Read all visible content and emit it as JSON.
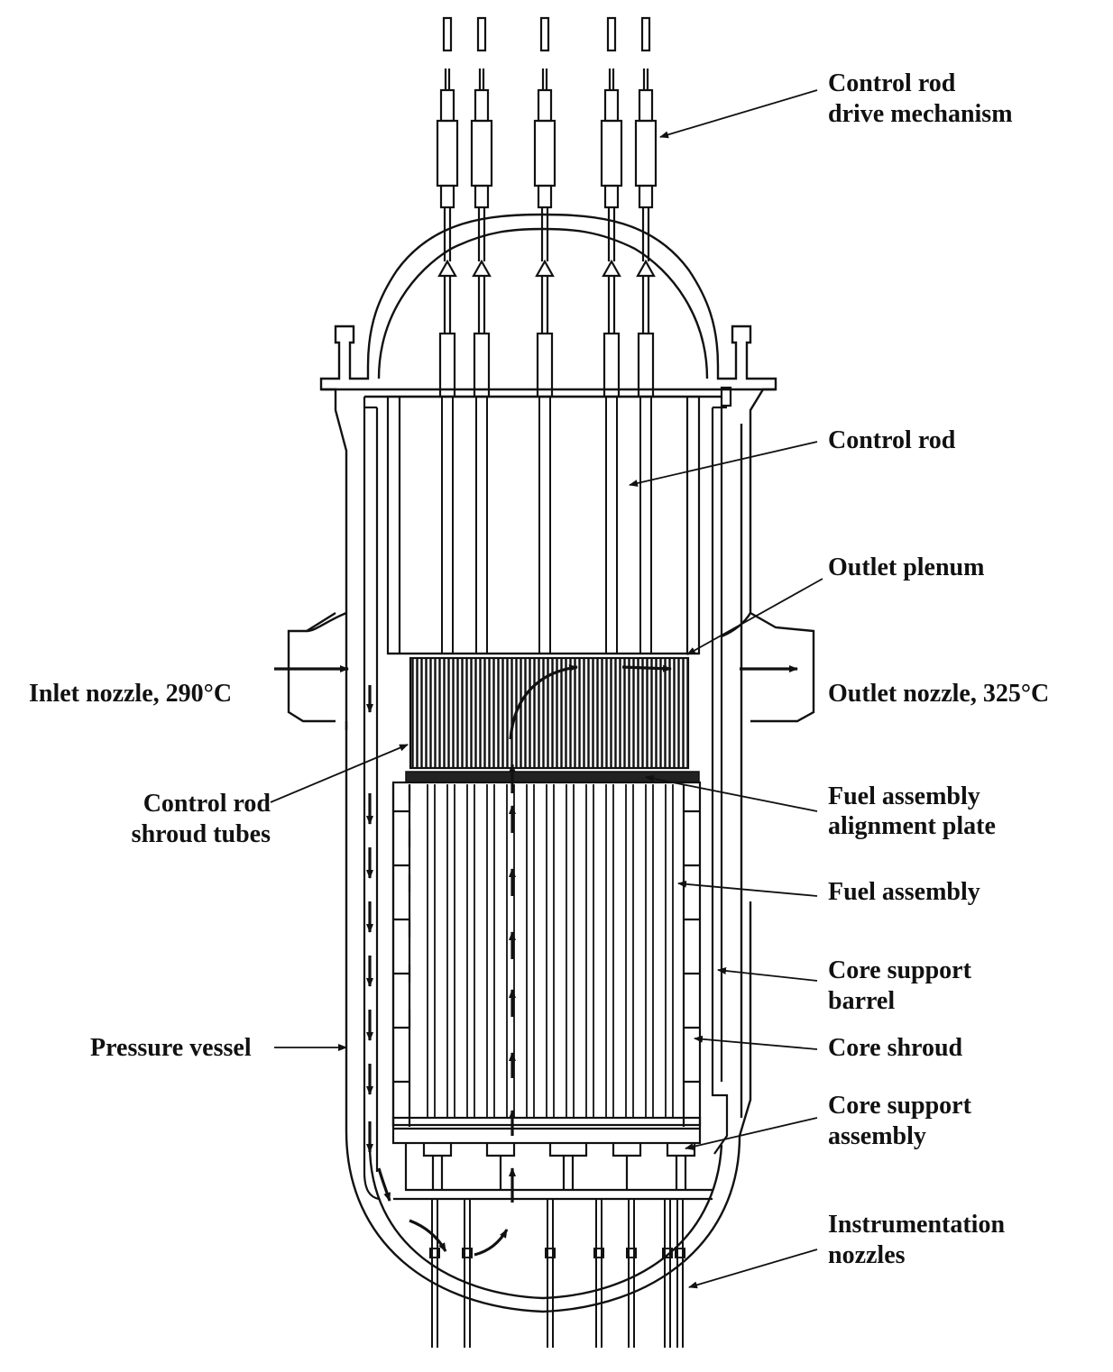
{
  "labels": {
    "crdm_1": "Control rod",
    "crdm_2": "drive mechanism",
    "control_rod": "Control rod",
    "outlet_plenum": "Outlet plenum",
    "inlet_nozzle": "Inlet nozzle, 290°C",
    "outlet_nozzle": "Outlet nozzle, 325°C",
    "shroud_tubes_1": "Control rod",
    "shroud_tubes_2": "shroud tubes",
    "alignment_plate_1": "Fuel assembly",
    "alignment_plate_2": "alignment plate",
    "fuel_assembly": "Fuel assembly",
    "core_support_barrel_1": "Core support",
    "core_support_barrel_2": "barrel",
    "pressure_vessel": "Pressure vessel",
    "core_shroud": "Core shroud",
    "core_support_assembly_1": "Core support",
    "core_support_assembly_2": "assembly",
    "instrumentation_nozzles_1": "Instrumentation",
    "instrumentation_nozzles_2": "nozzles"
  }
}
